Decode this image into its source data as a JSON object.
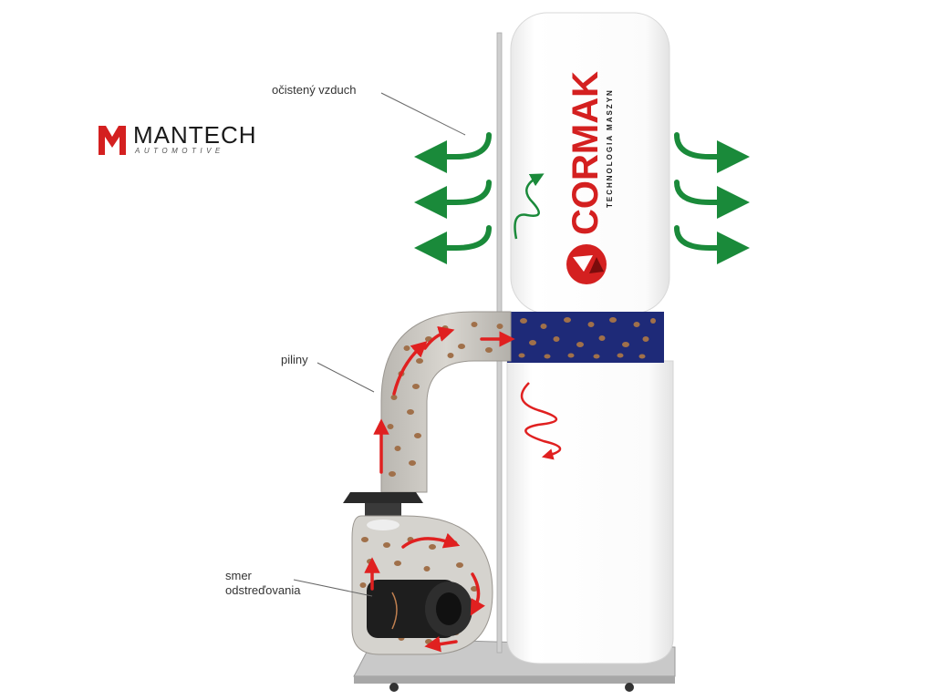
{
  "labels": {
    "clean_air": "očistený vzduch",
    "sawdust": "piliny",
    "spin_direction_line1": "smer",
    "spin_direction_line2": "odstreďovania"
  },
  "logo": {
    "name": "MANTECH",
    "subtitle": "AUTOMOTIVE"
  },
  "machine_brand": {
    "name": "CORMAK",
    "tagline": "TECHNOLOGIA MASZYN"
  },
  "colors": {
    "clean_air_arrow": "#1a8a3a",
    "dust_flow_arrow": "#e02020",
    "sawdust_particle": "#a0704a",
    "collector_band": "#1e2a78",
    "brand_red": "#d42020",
    "logo_red": "#d42020"
  }
}
